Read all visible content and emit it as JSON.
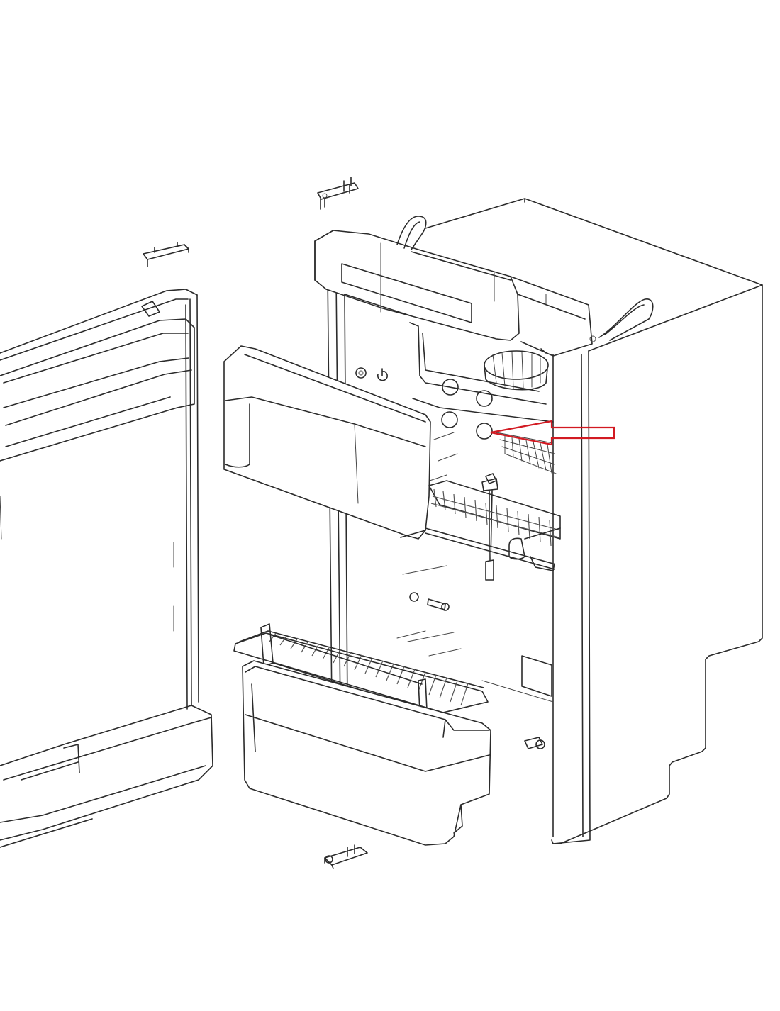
{
  "diagram": {
    "kind": "exploded-parts-drawing",
    "parts": [
      "top-hinge",
      "door-catch",
      "door",
      "freezer-compartment-door",
      "fridge-cabinet",
      "control-panel",
      "interior-light-housing",
      "control-knobs",
      "wire-shelf",
      "thermostat-sensor",
      "shelf-support-pin",
      "crisper-drawer-shelf",
      "crisper-drawer",
      "bottom-hinge",
      "rating-plate"
    ],
    "highlight": {
      "shape": "arrow",
      "points_to": "control-knobs",
      "color": "#d21a22"
    },
    "line_color": "#2b2b2b",
    "background": "#ffffff"
  }
}
